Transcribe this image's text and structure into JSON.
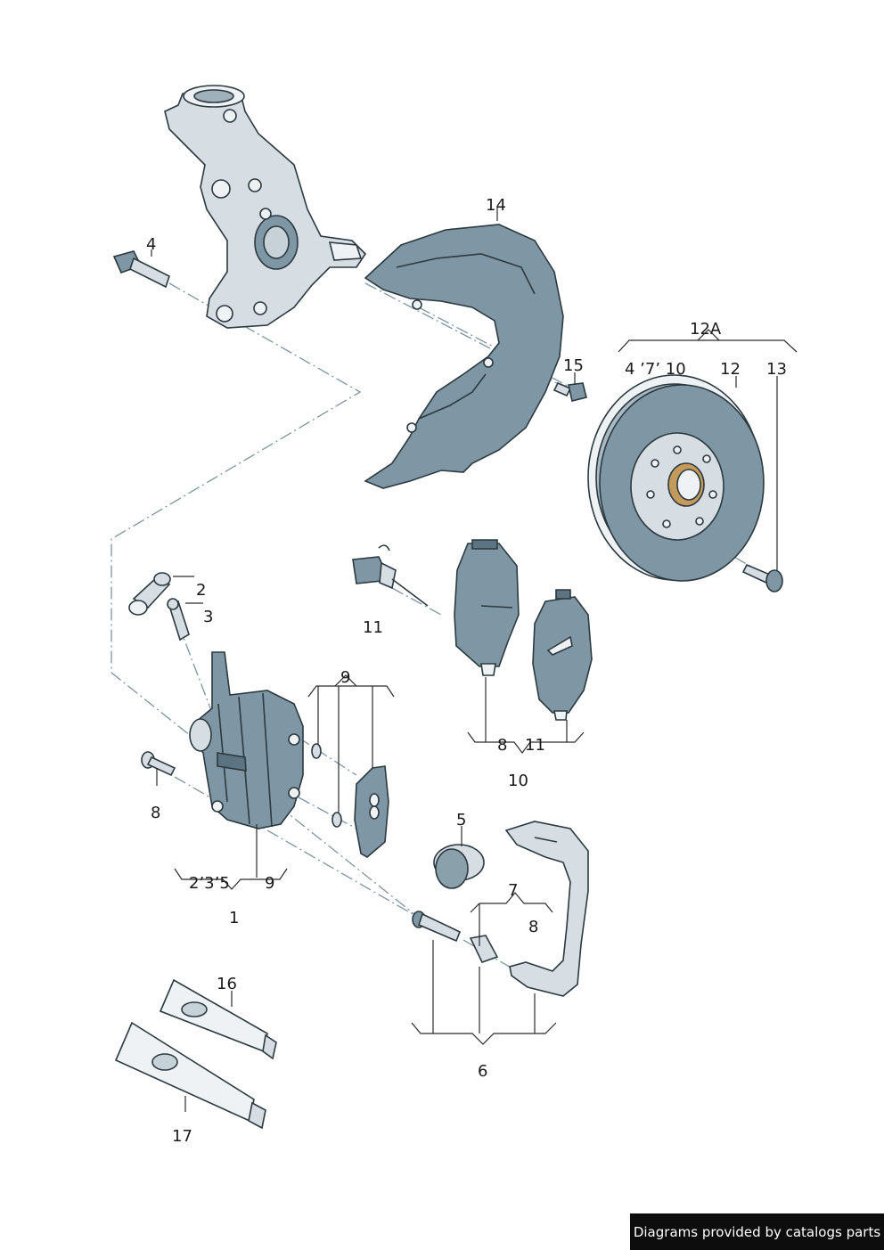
{
  "callouts": {
    "c1": "1",
    "c2": "2",
    "c3": "3",
    "c4": "4",
    "c5": "5",
    "c6": "6",
    "c7": "7",
    "c8a": "8",
    "c8b": "8",
    "c8c": "8",
    "c9a": "9",
    "c9b": "9",
    "c10": "10",
    "c11a": "11",
    "c11b": "11",
    "c12": "12",
    "c12a": "12A",
    "c13": "13",
    "c14": "14",
    "c15": "15",
    "c16": "16",
    "c17": "17",
    "c235": "2’3’5",
    "c4710": "4 ’7’ 10"
  },
  "footer": {
    "credit": "Diagrams provided by catalogs parts"
  },
  "colors": {
    "part_blue": "#7f97a4",
    "part_steel": "#d6dee3",
    "leader": "#2a2a2a",
    "centerline": "#7d95a3"
  }
}
